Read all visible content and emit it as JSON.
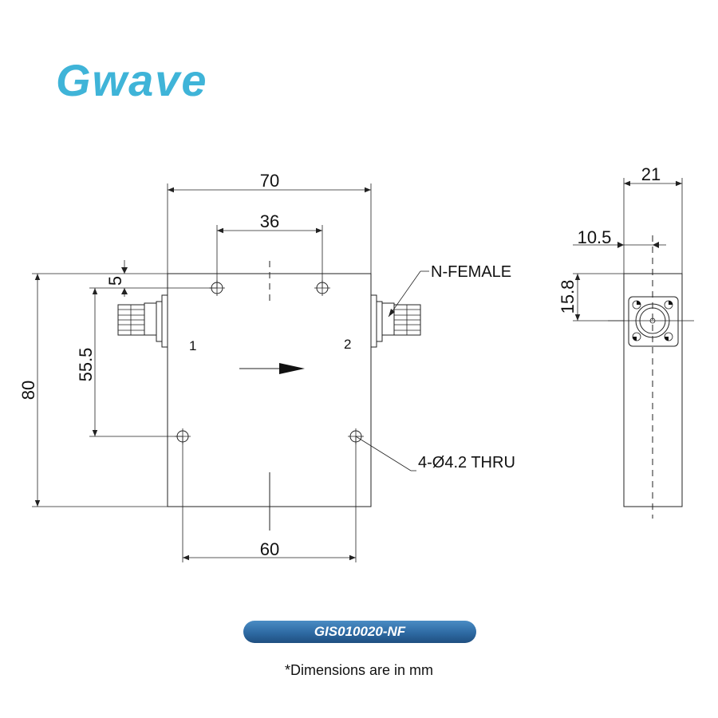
{
  "brand": {
    "logo_text": "Gwave",
    "color": "#3fb4d8"
  },
  "drawing": {
    "dim_width": "70",
    "dim_hole_spacing_top": "36",
    "dim_hole_spacing_bottom": "60",
    "dim_height": "80",
    "dim_hole_spacing_vertical": "55.5",
    "dim_hole_offset_top": "5",
    "dim_depth": "21",
    "dim_connector_offset_x": "10.5",
    "dim_connector_size": "15.8",
    "connector_label": "N-FEMALE",
    "hole_label": "4-Ø4.2 THRU",
    "port_1": "1",
    "port_2": "2"
  },
  "model": {
    "name": "GIS010020-NF"
  },
  "footnote": "*Dimensions are in mm"
}
